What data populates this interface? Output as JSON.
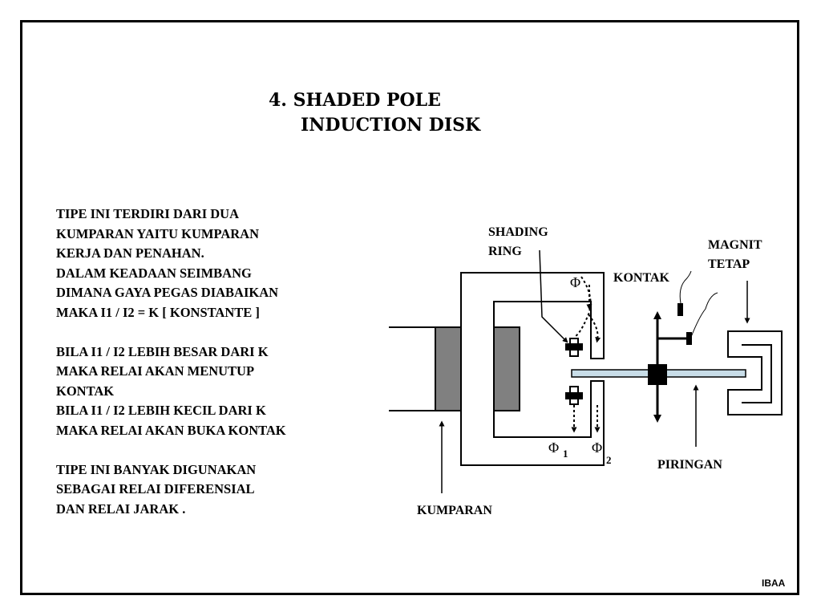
{
  "slide": {
    "title_line1": "4.  SHADED  POLE",
    "title_line2": "INDUCTION  DISK",
    "paragraph1": [
      "TIPE  INI  TERDIRI  DARI  DUA",
      "KUMPARAN  YAITU  KUMPARAN",
      "KERJA  DAN  PENAHAN.",
      "DALAM  KEADAAN  SEIMBANG",
      "DIMANA  GAYA  PEGAS  DIABAIKAN",
      "MAKA I1 / I2 = K [ KONSTANTE ]"
    ],
    "paragraph2": [
      "BILA  I1 / I2 LEBIH BESAR DARI K",
      "MAKA  RELAI AKAN  MENUTUP",
      "KONTAK",
      "BILA I1 / I2 LEBIH  KECIL DARI K",
      "MAKA  RELAI  AKAN BUKA KONTAK"
    ],
    "paragraph3": [
      "TIPE  INI  BANYAK  DIGUNAKAN",
      "SEBAGAI  RELAI  DIFERENSIAL",
      "DAN  RELAI  JARAK ."
    ],
    "footer": "IBAA"
  },
  "diagram": {
    "labels": {
      "shading_line1": "SHADING",
      "shading_line2": "RING",
      "magnit_line1": "MAGNIT",
      "magnit_line2": "TETAP",
      "kontak": "KONTAK",
      "piringan": "PIRINGAN",
      "kumparan": "KUMPARAN",
      "phi": "Φ",
      "phi1": "Φ",
      "phi1_sub": "1",
      "phi2": "Φ",
      "phi2_sub": "2"
    },
    "colors": {
      "coil": "#808080",
      "disk": "#c8dde8",
      "line": "#000000"
    }
  }
}
